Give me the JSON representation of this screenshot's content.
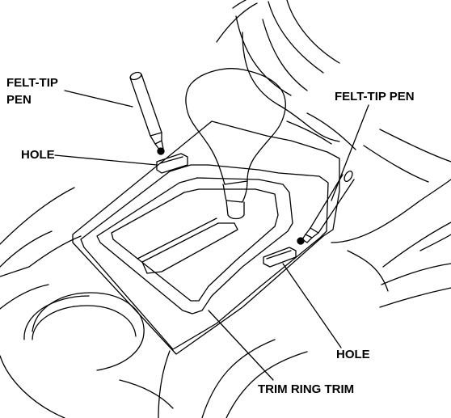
{
  "labels": {
    "felt_tip_pen_left_line1": "FELT-TIP",
    "felt_tip_pen_left_line2": "PEN",
    "felt_tip_pen_right": "FELT-TIP PEN",
    "hole_left": "HOLE",
    "hole_right": "HOLE",
    "trim_ring_trim": "TRIM RING TRIM"
  },
  "colors": {
    "line": "#000000",
    "background": "#ffffff"
  }
}
